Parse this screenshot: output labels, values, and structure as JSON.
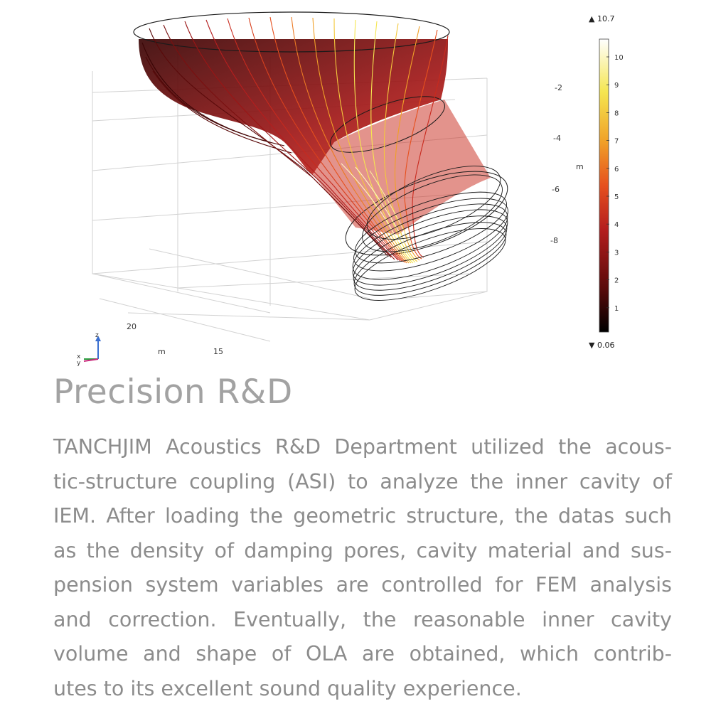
{
  "figure": {
    "colorbar": {
      "max_label": "▲ 10.7",
      "min_label": "▼ 0.06",
      "ticks": [
        "10",
        "9",
        "8",
        "7",
        "6",
        "5",
        "4",
        "3",
        "2",
        "1"
      ],
      "colors": [
        "#000000",
        "#5a0a0a",
        "#b41e1e",
        "#e6501e",
        "#f0a028",
        "#f5e650",
        "#ffffff"
      ]
    },
    "axes": {
      "right_ticks": [
        "-2",
        "-4",
        "-6",
        "-8"
      ],
      "right_unit": "m",
      "bottom_ticks": [
        "20",
        "15"
      ],
      "bottom_unit": "m",
      "triad": {
        "z": "z",
        "x": "x",
        "y": "y"
      }
    }
  },
  "heading": "Precision R&D",
  "body_lines": [
    "TANCHJIM Acoustics R&D Department utilized the acous-",
    "tic-structure coupling (ASI) to analyze the inner cavity of",
    "IEM. After loading the geometric structure, the datas such",
    "as the density of damping pores, cavity material and sus-",
    "pension system variables are controlled for FEM analysis",
    "and correction. Eventually, the reasonable inner cavity",
    "volume and shape of OLA are obtained, which contrib-",
    "utes to its excellent sound quality experience."
  ]
}
